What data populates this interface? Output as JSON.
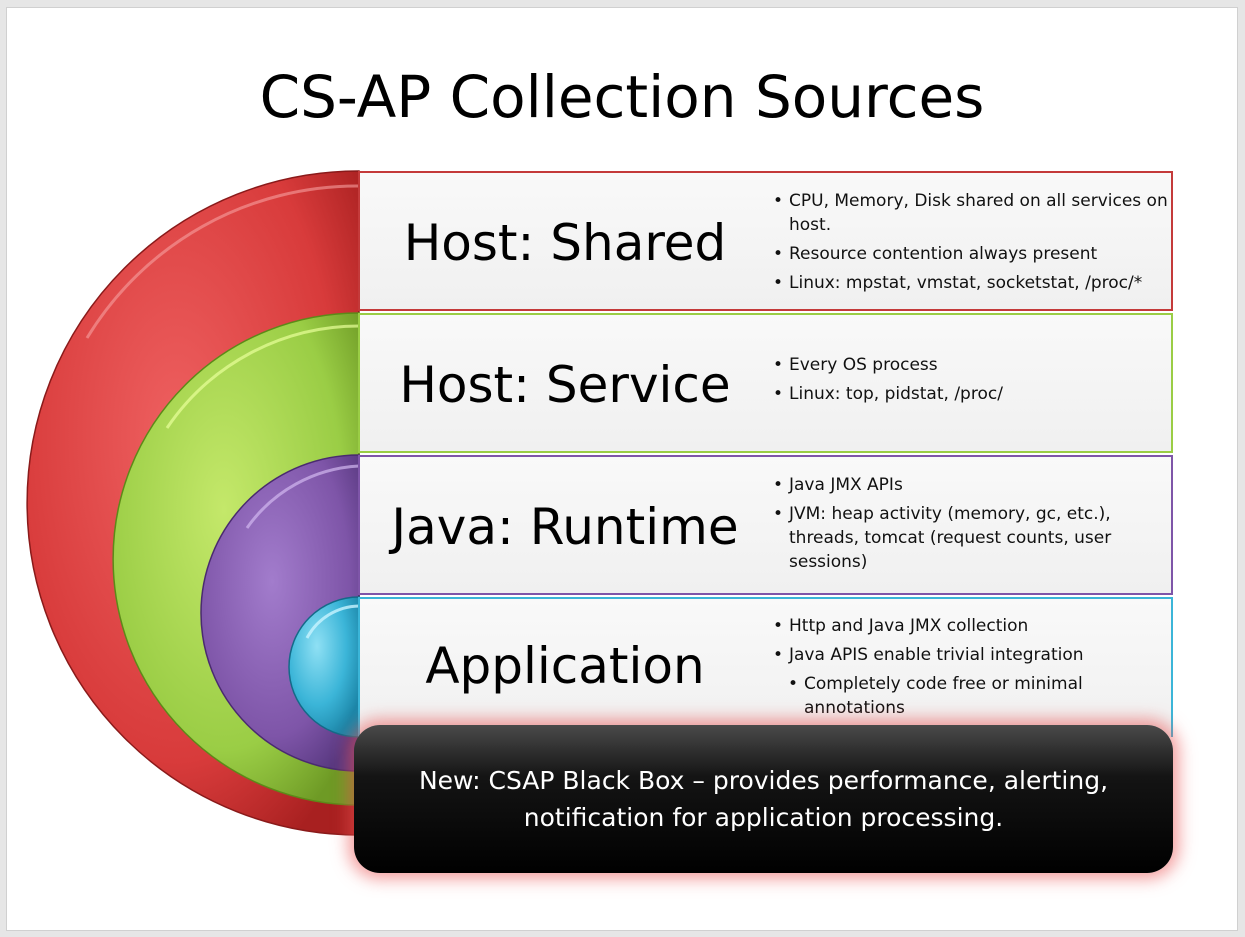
{
  "title": "CS-AP Collection Sources",
  "colors": {
    "host_shared": "#d83b3b",
    "host_service": "#9acd45",
    "java_runtime": "#7e55a8",
    "application": "#3bb5d8"
  },
  "layers": [
    {
      "label": "Host: Shared",
      "bullets": [
        "CPU, Memory, Disk shared on all services on host.",
        "Resource contention always present",
        "Linux: mpstat, vmstat, socketstat, /proc/*"
      ]
    },
    {
      "label": "Host: Service",
      "bullets": [
        "Every OS process",
        "Linux: top, pidstat, /proc/"
      ]
    },
    {
      "label": "Java: Runtime",
      "bullets": [
        "Java JMX APIs",
        "JVM: heap activity (memory, gc, etc.), threads, tomcat (request counts, user sessions)"
      ]
    },
    {
      "label": "Application",
      "bullets": [
        "Http and Java JMX collection",
        "Java APIS enable trivial integration"
      ],
      "sub_bullets": [
        "Completely code free or minimal annotations"
      ]
    }
  ],
  "banner": "New: CSAP Black Box – provides performance, alerting, notification for application processing."
}
